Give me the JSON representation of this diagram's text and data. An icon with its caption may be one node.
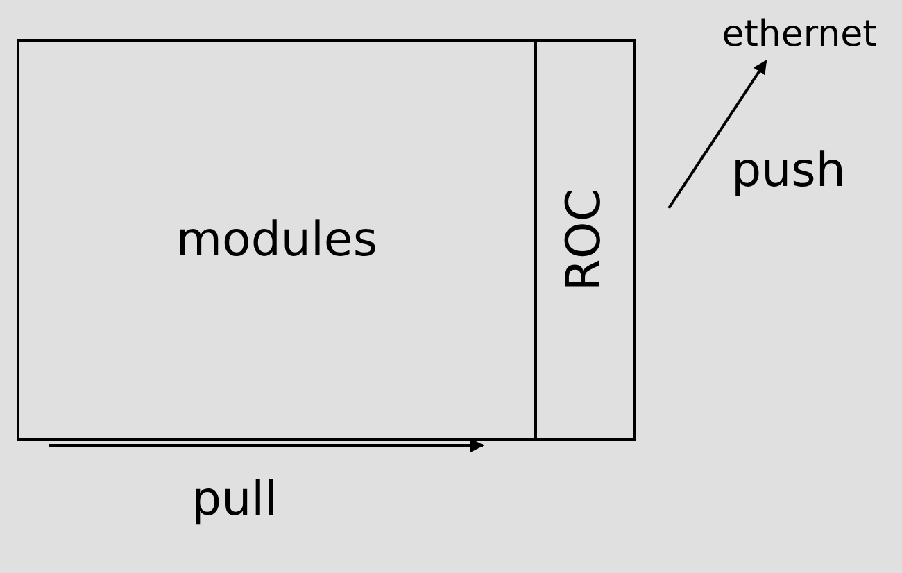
{
  "diagram": {
    "nodes": [
      {
        "text": [
          "modules"
        ]
      },
      {
        "text": [
          "ROC"
        ]
      },
      {
        "text": [
          "ethernet"
        ]
      }
    ],
    "edges": [
      {
        "from": null,
        "to": 2,
        "arrow": "to",
        "label": "push"
      }
    ],
    "labels": [
      "pull"
    ]
  }
}
